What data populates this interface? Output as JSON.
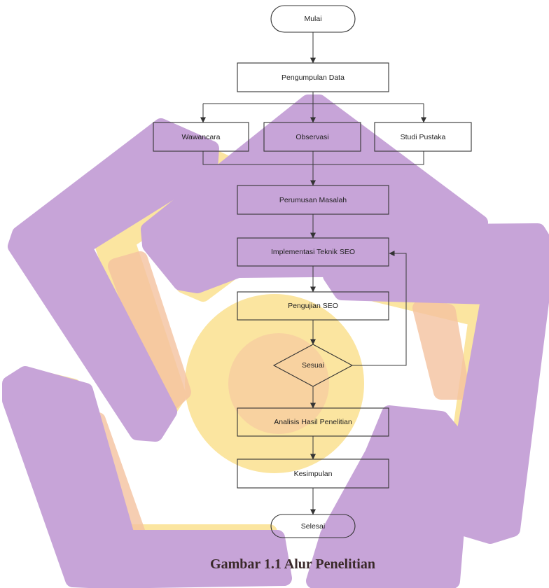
{
  "flowchart": {
    "start": "Mulai",
    "collect": "Pengumpulan Data",
    "methods": [
      "Wawancara",
      "Observasi",
      "Studi Pustaka"
    ],
    "problem": "Perumusan Masalah",
    "implement": "Implementasi Teknik SEO",
    "testing": "Pengujian SEO",
    "decision": "Sesuai",
    "analysis": "Analisis Hasil Penelitian",
    "conclusion": "Kesimpulan",
    "end": "Selesai"
  },
  "caption": "Gambar 1.1 Alur Penelitian",
  "colors": {
    "watermark_purple": "#c7a4d8",
    "watermark_yellow": "#fbe5a0",
    "watermark_peach": "#f5c3a0"
  }
}
